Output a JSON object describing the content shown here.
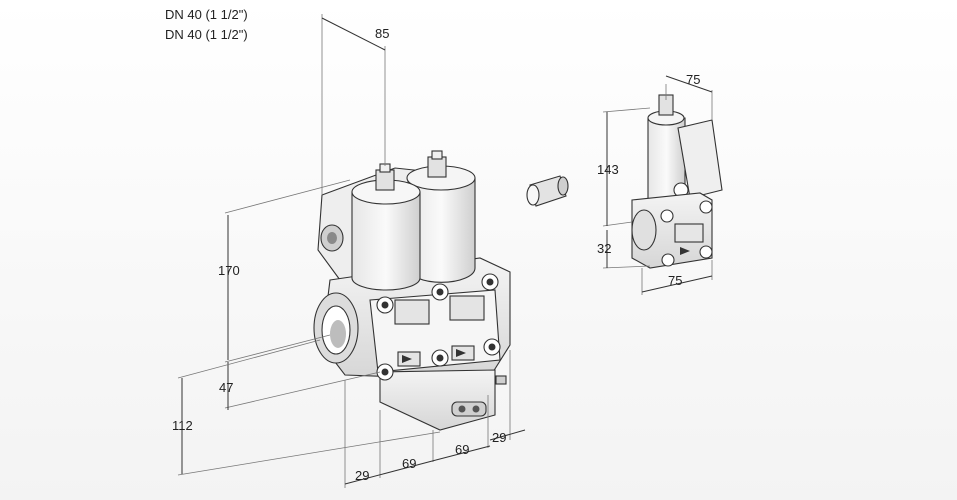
{
  "header": {
    "line1": "DN 40 (1 1/2\")",
    "line2": "DN 40 (1 1/2\")"
  },
  "dimensions": {
    "top_width": "85",
    "height_main": "170",
    "height_47": "47",
    "height_112": "112",
    "bottom_29_left": "29",
    "bottom_69_a": "69",
    "bottom_69_b": "69",
    "bottom_29_right": "29",
    "side_width_top": "75",
    "side_height_143": "143",
    "side_height_32": "32",
    "side_width_bottom": "75"
  },
  "colors": {
    "metal_light": "#f2f2f2",
    "metal_mid": "#dcdcdc",
    "metal_dark": "#b8b8b8",
    "line": "#333333"
  }
}
